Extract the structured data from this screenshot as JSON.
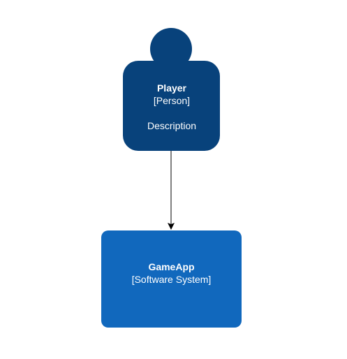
{
  "colors": {
    "person_fill": "#08427b",
    "system_fill": "#1168bd",
    "edge": "#000000",
    "text": "#ffffff"
  },
  "person": {
    "name": "Player",
    "type": "[Person]",
    "description": "Description"
  },
  "system": {
    "name": "GameApp",
    "type": "[Software System]"
  }
}
